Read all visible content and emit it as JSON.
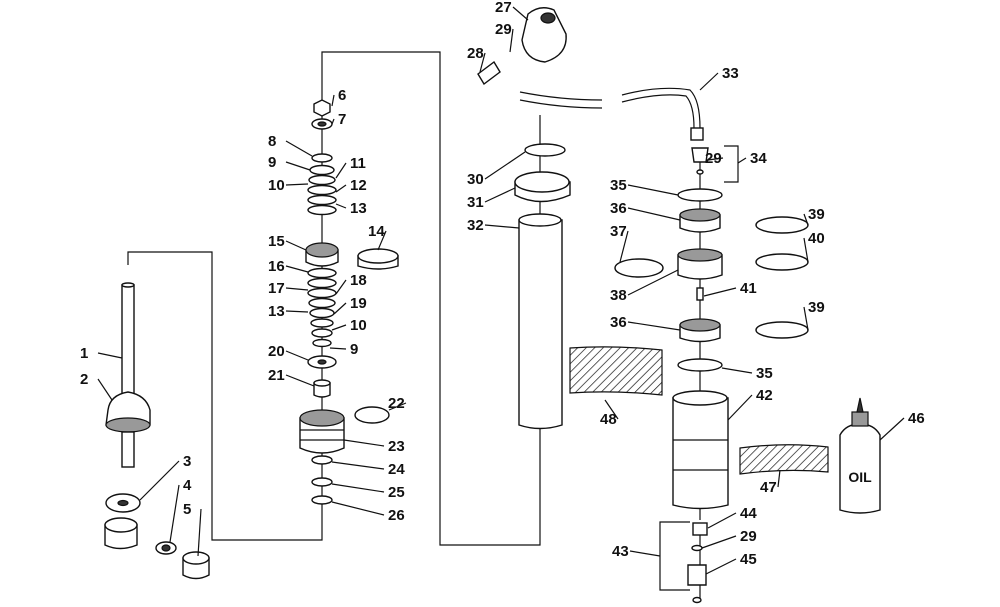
{
  "diagram": {
    "callouts": [
      "1",
      "2",
      "3",
      "4",
      "5",
      "6",
      "7",
      "8",
      "9",
      "10",
      "11",
      "12",
      "13",
      "14",
      "15",
      "16",
      "17",
      "13",
      "18",
      "19",
      "10",
      "9",
      "20",
      "21",
      "22",
      "23",
      "24",
      "25",
      "26",
      "27",
      "29",
      "28",
      "30",
      "31",
      "32",
      "48",
      "33",
      "29",
      "34",
      "35",
      "36",
      "39",
      "37",
      "40",
      "38",
      "41",
      "36",
      "39",
      "35",
      "42",
      "46",
      "47",
      "44",
      "29",
      "43",
      "45"
    ],
    "bottle_label": "OIL"
  }
}
